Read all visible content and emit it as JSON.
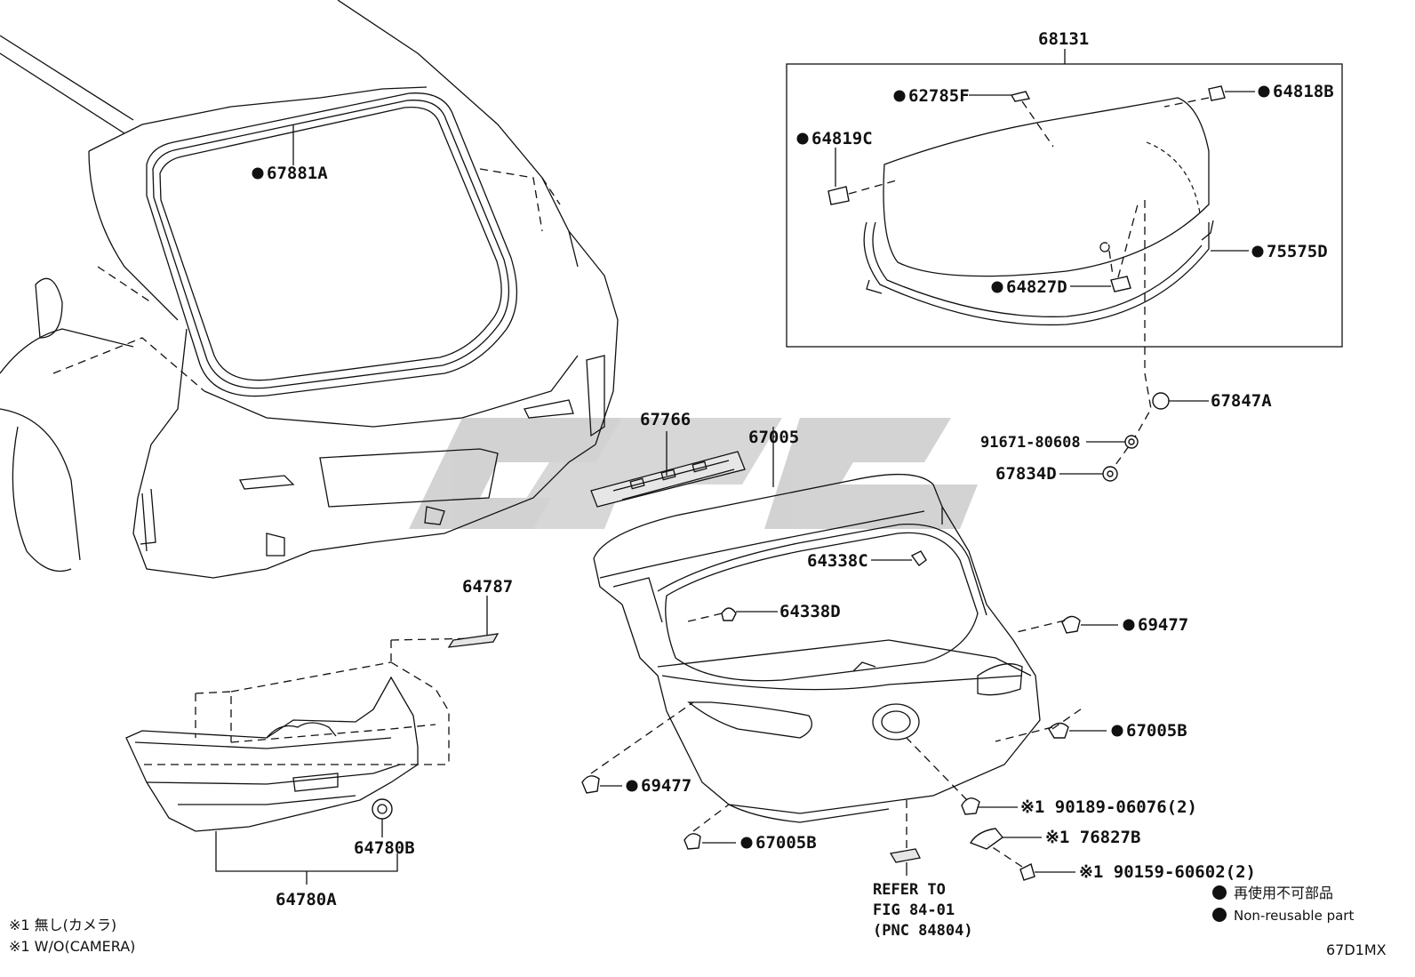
{
  "diagram_code": "67D1MX",
  "watermark": "ɢᴏs",
  "legend": {
    "jp": "再使用不可部品",
    "en": "Non-reusable part"
  },
  "footnotes": [
    "※1 無し(カメラ)",
    "※1 W/O(CAMERA)"
  ],
  "reference": {
    "line1": "REFER TO",
    "line2": "FIG 84-01",
    "line3": "(PNC 84804)"
  },
  "callouts": {
    "c67881A": "67881A",
    "c68131": "68131",
    "c62785F": "62785F",
    "c64818B": "64818B",
    "c64819C": "64819C",
    "c75575D": "75575D",
    "c64827D": "64827D",
    "c67847A": "67847A",
    "c91671": "91671-80608",
    "c67834D": "67834D",
    "c67766": "67766",
    "c67005": "67005",
    "c64338C": "64338C",
    "c64338D": "64338D",
    "c69477a": "69477",
    "c67005Ba": "67005B",
    "c69477b": "69477",
    "c67005Bb": "67005B",
    "c90189": "※1 90189-06076(2)",
    "c76827B": "※1 76827B",
    "c90159": "※1 90159-60602(2)",
    "c64787": "64787",
    "c64780B": "64780B",
    "c64780A": "64780A"
  }
}
